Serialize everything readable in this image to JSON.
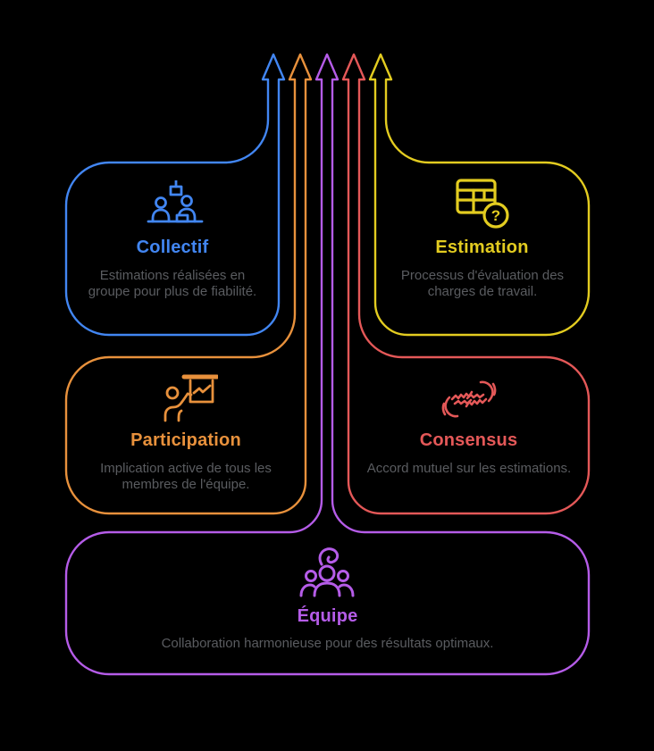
{
  "background": "#000000",
  "colors": {
    "blue": "#4286f2",
    "yellow": "#e3cc20",
    "orange": "#e8913c",
    "red": "#e45858",
    "purple": "#b55ce8",
    "text_gray": "#5a5c60"
  },
  "cards": [
    {
      "title": "Collectif",
      "description": "Estimations réalisées en groupe pour plus de fiabilité.",
      "color": "#4286f2",
      "icon": "people-at-desk-lamp-icon"
    },
    {
      "title": "Estimation",
      "description": "Processus d'évaluation des charges de travail.",
      "color": "#e3cc20",
      "icon": "table-question-icon"
    },
    {
      "title": "Participation",
      "description": "Implication active de tous les membres de l'équipe.",
      "color": "#e8913c",
      "icon": "presenter-board-icon"
    },
    {
      "title": "Consensus",
      "description": "Accord mutuel sur les estimations.",
      "color": "#e45858",
      "icon": "handshake-icon"
    },
    {
      "title": "Équipe",
      "description": "Collaboration harmonieuse pour des résultats optimaux.",
      "color": "#b55ce8",
      "icon": "team-group-icon"
    }
  ],
  "icons": {
    "estimation_glyph": "?"
  }
}
